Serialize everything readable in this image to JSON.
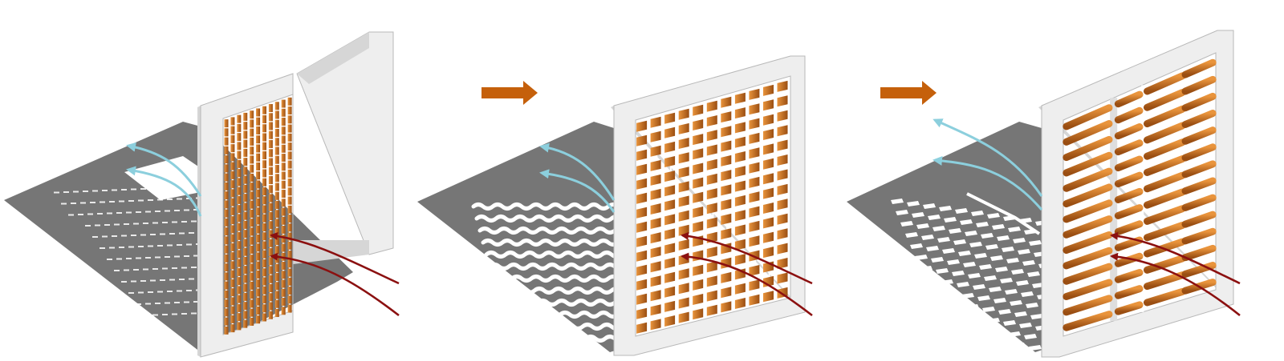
{
  "diagram": {
    "panels": [
      {
        "stage": 1,
        "louver_state": "closed"
      },
      {
        "stage": 2,
        "louver_state": "partially-open"
      },
      {
        "stage": 3,
        "louver_state": "fully-open"
      }
    ],
    "arrows": [
      {
        "between": [
          1,
          2
        ],
        "direction": "right"
      },
      {
        "between": [
          2,
          3
        ],
        "direction": "right"
      }
    ],
    "flows": {
      "incoming": "warm-air",
      "outgoing": "cool-air"
    }
  },
  "colors": {
    "background": "#ffffff",
    "frame_face": "#eeeeee",
    "frame_side": "#d6d6d6",
    "frame_edge": "#b8b8b8",
    "louver_light": "#e9943c",
    "louver_dark": "#9a4e12",
    "shadow": "#767676",
    "arrow": "#c5600b",
    "warm_air": "#8b1010",
    "cool_air": "#8ccfdd"
  }
}
